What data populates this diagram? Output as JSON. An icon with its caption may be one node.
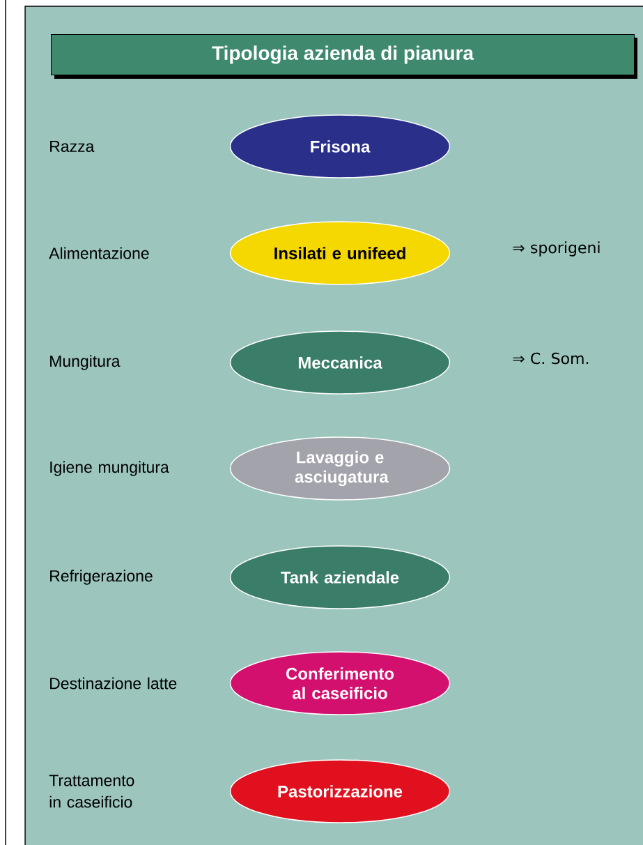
{
  "diagram": {
    "nodes": [
      {
        "text": [
          "Tipologia azienda di pianura"
        ]
      },
      {
        "text": [
          "Frisona"
        ]
      },
      {
        "text": [
          "Insilati e unifeed"
        ]
      },
      {
        "text": [
          "Meccanica"
        ]
      },
      {
        "text": [
          "Lavaggio e asciugatura"
        ]
      },
      {
        "text": [
          "Tank aziendale"
        ]
      },
      {
        "text": [
          "Conferimento al caseificio"
        ]
      },
      {
        "text": [
          "Pastorizzazione"
        ]
      }
    ],
    "labels": [
      "Razza",
      "Alimentazione",
      "⇒ sporigeni",
      "Mungitura",
      "⇒ C. Som.",
      "Igiene mungitura",
      "Refrigerazione",
      "Destinazione latte",
      "Trattamento in caseificio"
    ]
  }
}
